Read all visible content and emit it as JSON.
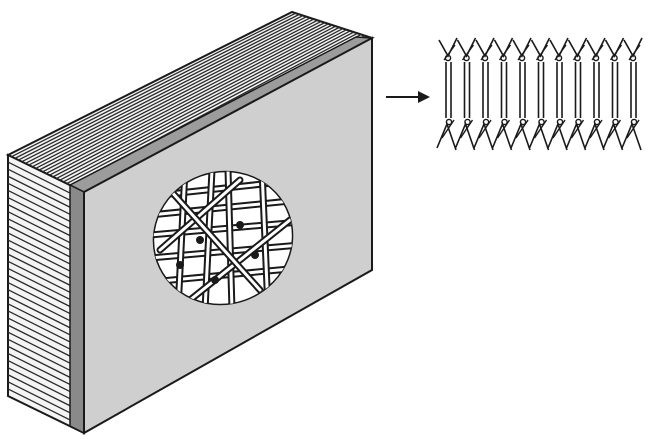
{
  "colors": {
    "background": "#ffffff",
    "panel_face": "#cfcfcf",
    "panel_shade": "#bdbdbd",
    "outline": "#1a1a1a",
    "hole": "#ffffff"
  },
  "figure": {
    "elements": [
      "layered-block",
      "right-panel-face",
      "cutaway-hole",
      "interwoven-fibers",
      "arrow",
      "molecular-strand-array"
    ]
  }
}
